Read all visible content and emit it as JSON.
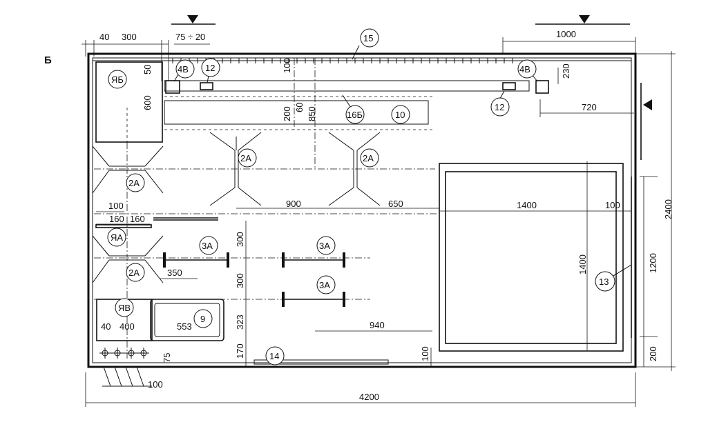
{
  "section_letter": "Б",
  "dimensions": {
    "top_40": "40",
    "top_300": "300",
    "top_75_20": "75 ÷ 20",
    "top_1000": "1000",
    "d_50": "50",
    "d_600": "600",
    "d_100_top": "100",
    "d_200": "200",
    "d_60": "60",
    "d_850": "850",
    "d_230": "230",
    "d_720": "720",
    "d_900": "900",
    "d_650": "650",
    "d_1400_h": "1400",
    "d_100_r": "100",
    "d_100_l": "100",
    "d_160_a": "160",
    "d_160_b": "160",
    "d_300_a": "300",
    "d_300_b": "300",
    "d_350": "350",
    "d_323": "323",
    "d_170": "170",
    "d_1400_v": "1400",
    "d_1200": "1200",
    "d_940": "940",
    "d_100_bot": "100",
    "d_200_r": "200",
    "d_2400": "2400",
    "d_40_b": "40",
    "d_400": "400",
    "d_553": "553",
    "d_75": "75",
    "d_100_b2": "100",
    "d_4200": "4200"
  },
  "labels": {
    "yab": "ЯБ",
    "ya": "ЯА",
    "yav": "ЯВ",
    "n15": "15",
    "n4v_left": "4В",
    "n4v_right": "4В",
    "n12_left": "12",
    "n12_right": "12",
    "n16b": "16Б",
    "n10": "10",
    "n2a_1": "2А",
    "n2a_2": "2А",
    "n2a_3": "2А",
    "n2a_4": "2А",
    "n3a_1": "3А",
    "n3a_2": "3А",
    "n3a_3": "3А",
    "n9": "9",
    "n13": "13",
    "n14": "14"
  }
}
